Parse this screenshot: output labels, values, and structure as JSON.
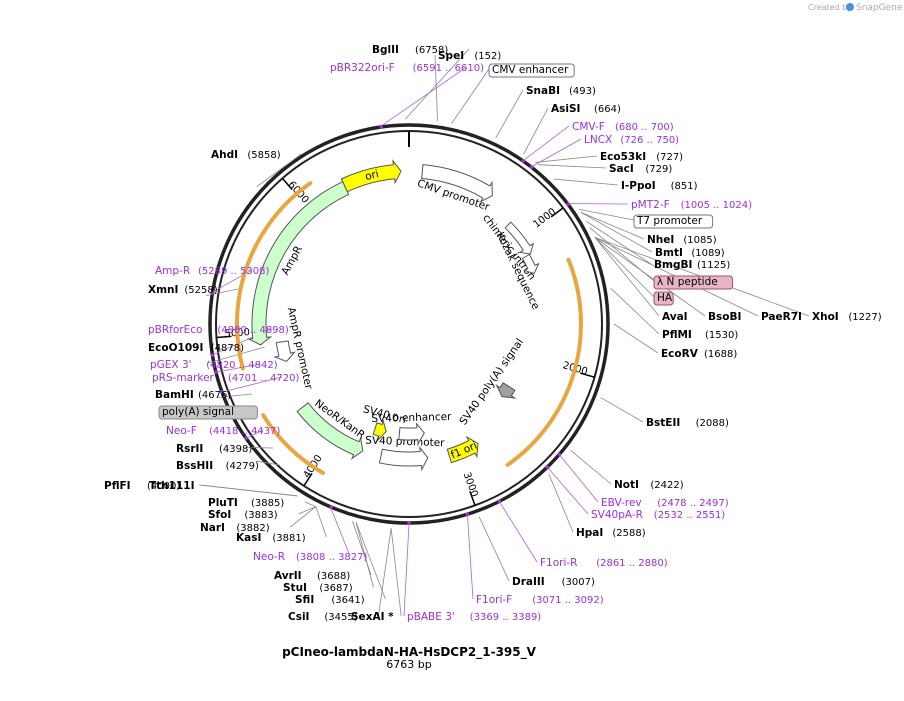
{
  "brand": {
    "created_by": "Created by",
    "app_name": "SnapGene"
  },
  "plasmid": {
    "name": "pCIneo-lambdaN-HA-HsDCP2_1-395_V",
    "size_label": "6763 bp"
  },
  "ticks": [
    "1000",
    "2000",
    "3000",
    "4000",
    "5000",
    "6000"
  ],
  "features": [
    {
      "label": "ori",
      "color": "#ffff00",
      "dir": "cw"
    },
    {
      "label": "CMV promoter",
      "color": "#ffffff",
      "dir": "cw"
    },
    {
      "label": "chimeric intron",
      "color": "#ffffff",
      "dir": "cw"
    },
    {
      "label": "Kozak sequence",
      "color": "#ffffff",
      "dir": "cw"
    },
    {
      "label": "SV40 poly(A) signal",
      "color": "#a0a0a0",
      "dir": "cw"
    },
    {
      "label": "f1 ori",
      "color": "#ffff00",
      "dir": "ccw"
    },
    {
      "label": "SV40 promoter",
      "color": "#ffffff",
      "dir": "ccw"
    },
    {
      "label": "SV40 enhancer",
      "color": "#ffffff",
      "dir": "ccw"
    },
    {
      "label": "SV40 ori",
      "color": "#ffff00",
      "dir": "ccw"
    },
    {
      "label": "NeoR/KanR",
      "color": "#ccffcc",
      "dir": "ccw"
    },
    {
      "label": "AmpR promoter",
      "color": "#ffffff",
      "dir": "ccw"
    },
    {
      "label": "AmpR",
      "color": "#ccffcc",
      "dir": "ccw"
    }
  ],
  "right_labels": [
    {
      "name": "SpeI",
      "pos": "(152)",
      "kind": "site"
    },
    {
      "name": "CMV enhancer",
      "pos": "",
      "kind": "feature"
    },
    {
      "name": "SnaBI",
      "pos": "(493)",
      "kind": "site"
    },
    {
      "name": "AsiSI",
      "pos": "(664)",
      "kind": "site"
    },
    {
      "name": "CMV-F",
      "pos": "(680 .. 700)",
      "kind": "primer"
    },
    {
      "name": "LNCX",
      "pos": "(726 .. 750)",
      "kind": "primer"
    },
    {
      "name": "Eco53kI",
      "pos": "(727)",
      "kind": "site"
    },
    {
      "name": "SacI",
      "pos": "(729)",
      "kind": "site"
    },
    {
      "name": "I-PpoI",
      "pos": "(851)",
      "kind": "site"
    },
    {
      "name": "pMT2-F",
      "pos": "(1005 .. 1024)",
      "kind": "primer"
    },
    {
      "name": "T7 promoter",
      "pos": "",
      "kind": "feature"
    },
    {
      "name": "NheI",
      "pos": "(1085)",
      "kind": "site"
    },
    {
      "name": "BmtI",
      "pos": "(1089)",
      "kind": "site"
    },
    {
      "name": "BmgBI",
      "pos": "(1125)",
      "kind": "site"
    },
    {
      "name": "λ N peptide",
      "pos": "",
      "kind": "feature-pink"
    },
    {
      "name": "HA",
      "pos": "",
      "kind": "feature-pink"
    },
    {
      "name": "AvaI",
      "pos": "",
      "kind": "site"
    },
    {
      "name": "BsoBI",
      "pos": "",
      "kind": "site"
    },
    {
      "name": "PaeR7I",
      "pos": "",
      "kind": "site"
    },
    {
      "name": "XhoI",
      "pos": "(1227)",
      "kind": "site"
    },
    {
      "name": "PflMI",
      "pos": "(1530)",
      "kind": "site"
    },
    {
      "name": "EcoRV",
      "pos": "(1688)",
      "kind": "site"
    },
    {
      "name": "BstEII",
      "pos": "(2088)",
      "kind": "site"
    },
    {
      "name": "NotI",
      "pos": "(2422)",
      "kind": "site"
    },
    {
      "name": "EBV-rev",
      "pos": "(2478 .. 2497)",
      "kind": "primer"
    },
    {
      "name": "SV40pA-R",
      "pos": "(2532 .. 2551)",
      "kind": "primer"
    },
    {
      "name": "HpaI",
      "pos": "(2588)",
      "kind": "site"
    },
    {
      "name": "F1ori-R",
      "pos": "(2861 .. 2880)",
      "kind": "primer"
    },
    {
      "name": "DraIII",
      "pos": "(3007)",
      "kind": "site"
    },
    {
      "name": "F1ori-F",
      "pos": "(3071 .. 3092)",
      "kind": "primer"
    },
    {
      "name": "pBABE 3'",
      "pos": "(3369 .. 3389)",
      "kind": "primer"
    }
  ],
  "left_labels": [
    {
      "name": "BglII",
      "pos": "(6758)",
      "kind": "site"
    },
    {
      "name": "pBR322ori-F",
      "pos": "(6591 .. 6610)",
      "kind": "primer"
    },
    {
      "name": "AhdI",
      "pos": "(5858)",
      "kind": "site"
    },
    {
      "name": "Amp-R",
      "pos": "(5289 .. 5308)",
      "kind": "primer"
    },
    {
      "name": "XmnI",
      "pos": "(5258)",
      "kind": "site"
    },
    {
      "name": "pBRforEco",
      "pos": "(4880 .. 4898)",
      "kind": "primer"
    },
    {
      "name": "EcoO109I",
      "pos": "(4878)",
      "kind": "site"
    },
    {
      "name": "pGEX 3'",
      "pos": "(4820 .. 4842)",
      "kind": "primer"
    },
    {
      "name": "pRS-marker",
      "pos": "(4701 .. 4720)",
      "kind": "primer"
    },
    {
      "name": "BamHI",
      "pos": "(4676)",
      "kind": "site"
    },
    {
      "name": "poly(A) signal",
      "pos": "",
      "kind": "feature-gray"
    },
    {
      "name": "Neo-F",
      "pos": "(4418 .. 4437)",
      "kind": "primer"
    },
    {
      "name": "RsrII",
      "pos": "(4398)",
      "kind": "site"
    },
    {
      "name": "BssHII",
      "pos": "(4279)",
      "kind": "site"
    },
    {
      "name": "PflFI",
      "pos": "(4000)",
      "kind": "site"
    },
    {
      "name": "Tth111I",
      "pos": "",
      "kind": "site"
    },
    {
      "name": "PluTI",
      "pos": "(3885)",
      "kind": "site"
    },
    {
      "name": "SfoI",
      "pos": "(3883)",
      "kind": "site"
    },
    {
      "name": "NarI",
      "pos": "(3882)",
      "kind": "site"
    },
    {
      "name": "KasI",
      "pos": "(3881)",
      "kind": "site"
    },
    {
      "name": "Neo-R",
      "pos": "(3808 .. 3827)",
      "kind": "primer"
    },
    {
      "name": "AvrII",
      "pos": "(3688)",
      "kind": "site"
    },
    {
      "name": "StuI",
      "pos": "(3687)",
      "kind": "site"
    },
    {
      "name": "SfiI",
      "pos": "(3641)",
      "kind": "site"
    },
    {
      "name": "CsiI",
      "pos": "(3455)",
      "kind": "site"
    },
    {
      "name": "SexAI *",
      "pos": "",
      "kind": "site"
    }
  ]
}
